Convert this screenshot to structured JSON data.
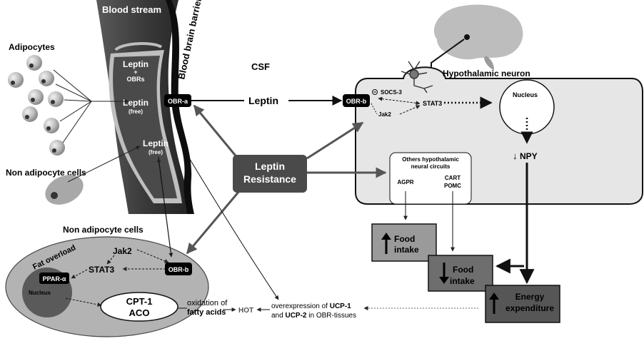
{
  "labels": {
    "blood_stream": "Blood stream",
    "bbb": "Blood brain barrier",
    "adipocytes": "Adipocytes",
    "non_adipocyte_cells_left": "Non adipocyte cells",
    "leptin_obrs_1": "Leptin",
    "leptin_obrs_2": "+",
    "leptin_obrs_3": "OBRs",
    "leptin_free_1": "Leptin",
    "leptin_free_1_sub": "(free)",
    "leptin_free_2": "Leptin",
    "leptin_free_2_sub": "(free)",
    "obra": "OBR-a",
    "csf": "CSF",
    "leptin_csf": "Leptin",
    "obrb_neuron": "OBR-b",
    "hypothalamic_neuron": "Hypothalamic neuron",
    "socs3": "SOCS-3",
    "stat3_neuron": "STAT3",
    "jak2_neuron": "Jak2",
    "nucleus_neuron": "Nucleus",
    "npy_arrow": "↓",
    "npy": "NPY",
    "others_circuits_1": "Others hypothalamic",
    "others_circuits_2": "neural circuits",
    "agpr": "AGPR",
    "cart": "CART",
    "pomc": "POMC",
    "leptin_resistance_1": "Leptin",
    "leptin_resistance_2": "Resistance",
    "non_adipocyte_cells_bottom": "Non adipocyte cells",
    "fat_overload": "Fat overload",
    "jak2_cell": "Jak2",
    "stat3_cell": "STAT3",
    "ppar": "PPAR-α",
    "nucleus_cell": "Nucleus",
    "obrb_cell": "OBR-b",
    "cpt1": "CPT-1",
    "aco": "ACO",
    "oxidation_1": "oxidation of",
    "oxidation_2": "fatty acids",
    "hot": "HOT",
    "overexp_1a": "overexpression of ",
    "overexp_1b": "UCP-1",
    "overexp_2a": "and ",
    "overexp_2b": "UCP-2",
    "overexp_2c": " in OBR-tissues",
    "food_intake_up_1": "Food",
    "food_intake_up_2": "intake",
    "food_intake_down_1": "Food",
    "food_intake_down_2": "intake",
    "energy_1": "Energy",
    "energy_2": "expenditure"
  },
  "colors": {
    "leptin_resistance_box": "#4a4a4a",
    "neuron_fill": "#e6e6e6",
    "cell_fill": "#b3b3b3",
    "nucleus_fill": "#5a5a5a",
    "food_up_box": "#9a9a9a",
    "food_down_box": "#6e6e6e",
    "energy_box": "#565656"
  },
  "icons": [
    "brain-icon",
    "neuron-icon",
    "up-arrow-icon",
    "down-arrow-icon"
  ]
}
